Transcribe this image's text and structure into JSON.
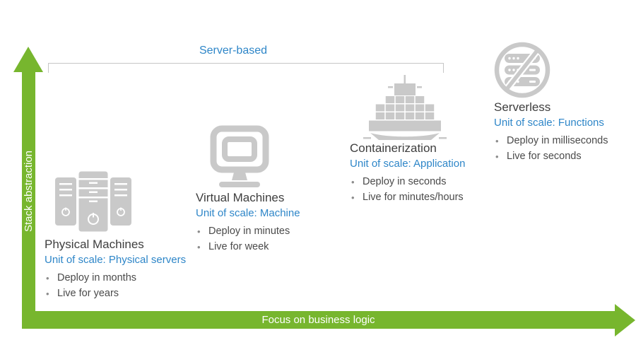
{
  "colors": {
    "axis_green": "#77b62e",
    "accent_blue": "#2e86c8",
    "icon_gray": "#c9c9c9",
    "heading_gray": "#3e3e3e",
    "body_gray": "#4a4a4a",
    "bracket_gray": "#c6c6c6"
  },
  "ui": {
    "bullet": "•"
  },
  "axes": {
    "y_label": "Stack abstraction",
    "x_label": "Focus on business logic"
  },
  "bracket": {
    "label": "Server-based"
  },
  "stages": [
    {
      "icon": "physical-servers-icon",
      "title": "Physical Machines",
      "unit_of_scale": "Unit of scale: Physical servers",
      "bullets": [
        "Deploy in months",
        "Live for years"
      ]
    },
    {
      "icon": "virtual-machine-monitor-icon",
      "title": "Virtual Machines",
      "unit_of_scale": "Unit of scale: Machine",
      "bullets": [
        "Deploy in minutes",
        "Live for week"
      ]
    },
    {
      "icon": "container-ship-icon",
      "title": "Containerization",
      "unit_of_scale": "Unit of scale: Application",
      "bullets": [
        "Deploy in seconds",
        "Live for minutes/hours"
      ]
    },
    {
      "icon": "serverless-icon",
      "title": "Serverless",
      "unit_of_scale": "Unit of scale: Functions",
      "bullets": [
        "Deploy in milliseconds",
        "Live for seconds"
      ]
    }
  ]
}
